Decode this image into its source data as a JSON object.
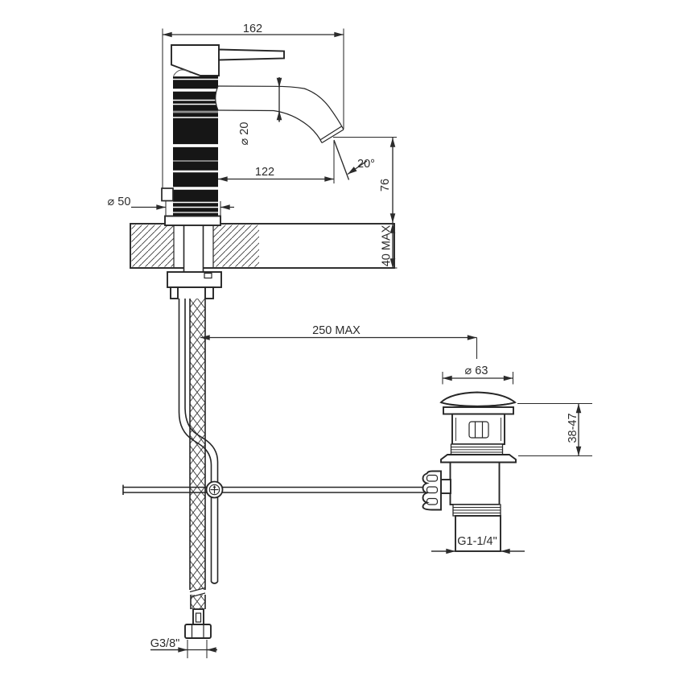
{
  "drawing": {
    "background": "#ffffff",
    "line_color": "#2b2b2b",
    "body_fill": "#161616",
    "kind": "basin-mixer-with-popup-waste-technical-drawing"
  },
  "dimensions": {
    "overall_length": "162",
    "spout_diameter": "⌀ 20",
    "spout_reach": "122",
    "spout_angle": "20°",
    "spout_height": "76",
    "base_diameter": "⌀ 50",
    "deck_max_thickness": "40 MAX",
    "hose_reach_max": "250 MAX",
    "waste_cap_diameter": "⌀ 63",
    "waste_adjust_height": "38-47",
    "waste_thread": "G1-1/4\"",
    "hose_thread": "G3/8\""
  }
}
